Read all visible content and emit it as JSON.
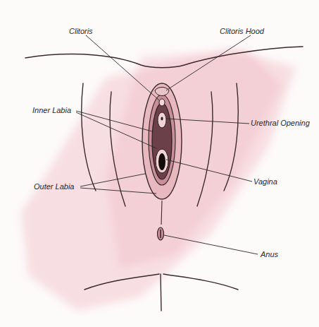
{
  "diagram": {
    "labels": [
      "Clitoris",
      "Clitoris Hood",
      "Inner Labia",
      "Urethral Opening",
      "Outer Labia",
      "Vagina",
      "Anus"
    ]
  }
}
